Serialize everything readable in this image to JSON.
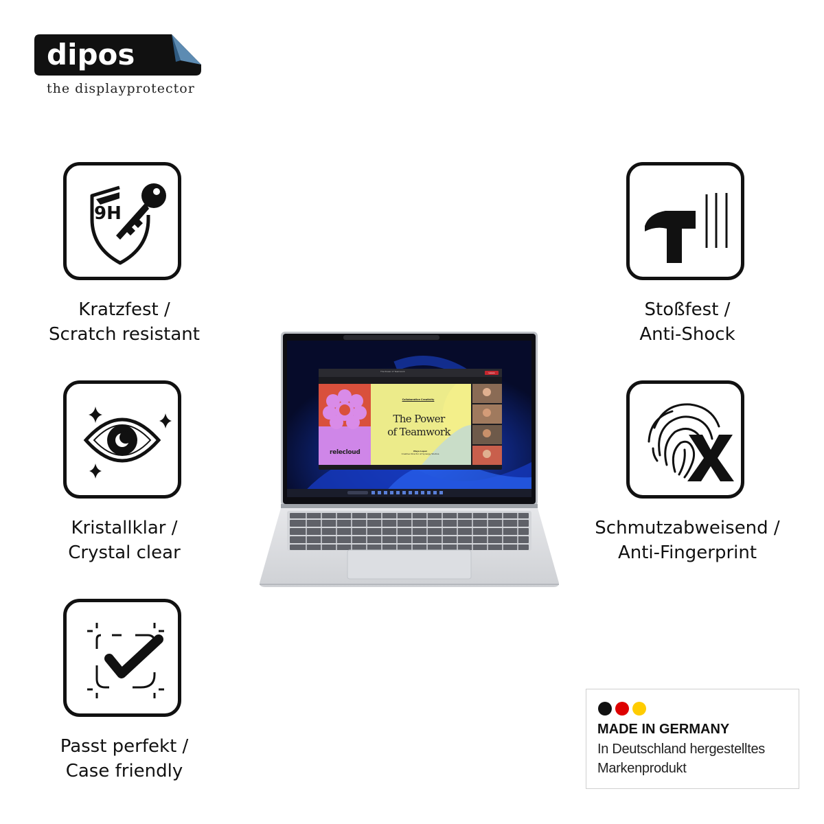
{
  "brand": {
    "logo_text": "dipos",
    "tagline": "the displayprotector"
  },
  "features": [
    {
      "icon": "shield-key-9h-icon",
      "badge": "9H",
      "line1": "Kratzfest /",
      "line2": "Scratch resistant"
    },
    {
      "icon": "eye-sparkle-icon",
      "line1": "Kristallklar /",
      "line2": "Crystal clear"
    },
    {
      "icon": "checkmark-frame-icon",
      "line1": "Passt perfekt /",
      "line2": "Case friendly"
    },
    {
      "icon": "hammer-impact-icon",
      "line1": "Stoßfest /",
      "line2": "Anti-Shock"
    },
    {
      "icon": "fingerprint-cross-icon",
      "line1": "Schmutzabweisend /",
      "line2": "Anti-Fingerprint"
    }
  ],
  "laptop_screen": {
    "window_title": "The Power of Teamwork",
    "leave_button": "Leave",
    "slide_kicker": "Collaborative Creativity",
    "slide_headline_1": "The Power",
    "slide_headline_2": "of Teamwork",
    "slide_presenter_name": "Maya Lopez",
    "slide_presenter_role": "Creative Director at Synergy Studios",
    "slide_brand": "relecloud"
  },
  "made_in_germany": {
    "flag_colors": [
      "#111111",
      "#dd0000",
      "#ffcc00"
    ],
    "title": "MADE IN GERMANY",
    "line1": "In Deutschland hergestelltes",
    "line2": "Markenprodukt"
  }
}
